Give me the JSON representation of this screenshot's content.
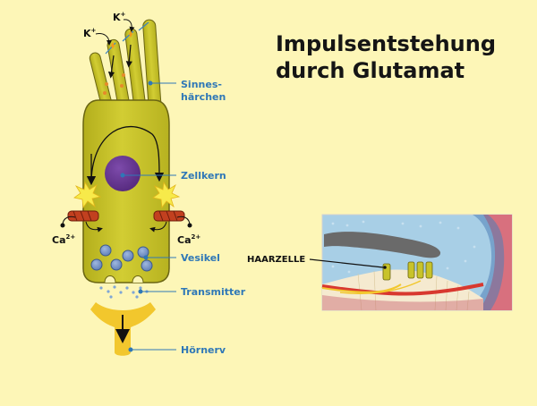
{
  "title": {
    "line1": "Impulsentstehung",
    "line2": "durch Glutamat"
  },
  "labels": {
    "sinneshaerchen_1": "Sinnes-",
    "sinneshaerchen_2": "härchen",
    "zellkern": "Zellkern",
    "vesikel": "Vesikel",
    "transmitter": "Transmitter",
    "hoernerv": "Hörnerv",
    "haarzelle": "HAARZELLE"
  },
  "ions": {
    "k_base": "K",
    "k_charge": "+",
    "ca_base": "Ca",
    "ca_charge": "2+"
  },
  "colors": {
    "background": "#fdf6b7",
    "cell_fill": "#c8c32a",
    "cell_stroke": "#6a6512",
    "nucleus": "#6a3596",
    "vesicle": "#6f8ec4",
    "nerve": "#f2c72d",
    "label_blue": "#2f78b7",
    "channel_red": "#c2401f",
    "burst_yellow": "#f7ea4a"
  }
}
